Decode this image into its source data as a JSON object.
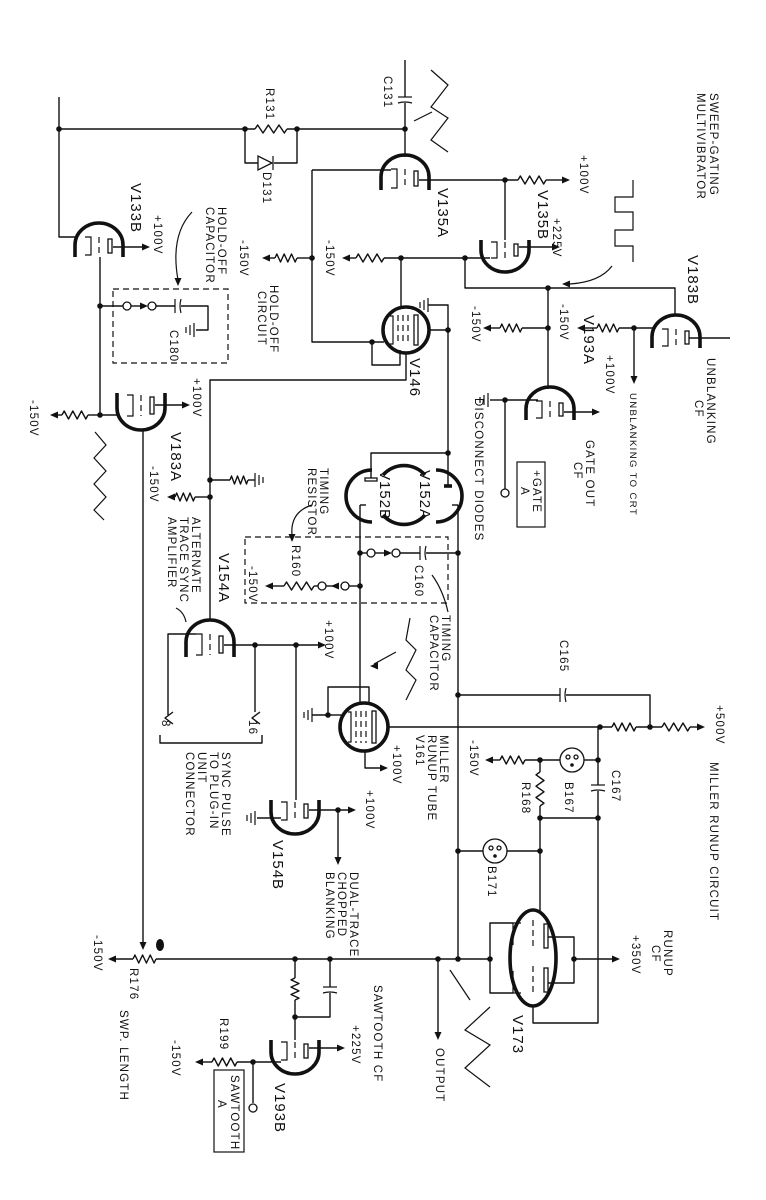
{
  "diagram": {
    "labels": {
      "sweep_gating": "SWEEP-GATING",
      "multivibrator": "MULTIVIBRATOR",
      "r131": "R131",
      "c131": "C131",
      "d131": "D131",
      "v135a_plate": "+100V",
      "v135a": "V135A",
      "v135b": "V135B",
      "v135b_plate": "+225V",
      "v133b": "V133B",
      "v133b_plate": "+100V",
      "holdoff_cap_1": "HOLD-OFF",
      "holdoff_cap_2": "CAPACITOR",
      "n150_a": "-150V",
      "n150_b": "-150V",
      "holdoff_circ_1": "HOLD-OFF",
      "holdoff_circ_2": "CIRCUIT",
      "c180": "C180",
      "v146": "V146",
      "n150_c": "-150V",
      "n150_d": "-150V",
      "v183b": "V183B",
      "unblanking_cf_1": "UNBLANKING",
      "unblanking_cf_2": "CF",
      "unblanking_crt": "UNBLANKING TO CRT",
      "v193a": "V193A",
      "v193a_plate": "+100V",
      "disconnect_diodes": "DISCONNECT DIODES",
      "gate_out_1": "GATE OUT",
      "gate_out_2": "CF",
      "gate_a_1": "+GATE",
      "gate_a_2": "A",
      "v183a_plate": "+100V",
      "v183a": "V183A",
      "n150_e": "-150V",
      "n150_f": "-150V",
      "timing_res_1": "TIMING",
      "timing_res_2": "RESISTOR",
      "v152a": "V152A",
      "v152b": "V152B",
      "r160": "R160",
      "n150_g": "-150V",
      "c160": "C160",
      "timing_cap_1": "TIMING",
      "timing_cap_2": "CAPACITOR",
      "alt_1": "ALTERNATE",
      "alt_2": "TRACE SYNC",
      "alt_3": "AMPLIFIER",
      "v154a": "V154A",
      "v154a_plate": "+100V",
      "pin_8": "8",
      "pin_16": "16",
      "sync_1": "SYNC PULSE",
      "sync_2": "TO PLUG-IN",
      "sync_3": "UNIT",
      "sync_4": "CONNECTOR",
      "c165": "C165",
      "p500": "+500V",
      "miller_1": "MILLER",
      "miller_2": "RUNUP TUBE",
      "v161": "V161",
      "v161_screen": "+100V",
      "n150_h": "-150V",
      "r168": "R168",
      "b167": "B167",
      "c167": "C167",
      "miller_circuit": "MILLER   RUNUP   CIRCUIT",
      "v154b": "V154B",
      "v154b_plate": "+100V",
      "dual_1": "DUAL-TRACE",
      "dual_2": "CHOPPED",
      "dual_3": "BLANKING",
      "b171": "B171",
      "v173": "V173",
      "runup_1": "RUNUP",
      "runup_2": "CF",
      "p350": "+350V",
      "n150_i": "-150V",
      "r176": "R176",
      "swp_length": "SWP. LENGTH",
      "sawtooth_cf": "SAWTOOTH   CF",
      "v193b_plate": "+225V",
      "r199": "R199",
      "n150_j": "-150V",
      "v193b": "V193B",
      "sawtooth_a_1": "SAWTOOTH",
      "sawtooth_a_2": "A",
      "output": "OUTPUT"
    },
    "line_color": "#111111",
    "background": "#ffffff"
  }
}
